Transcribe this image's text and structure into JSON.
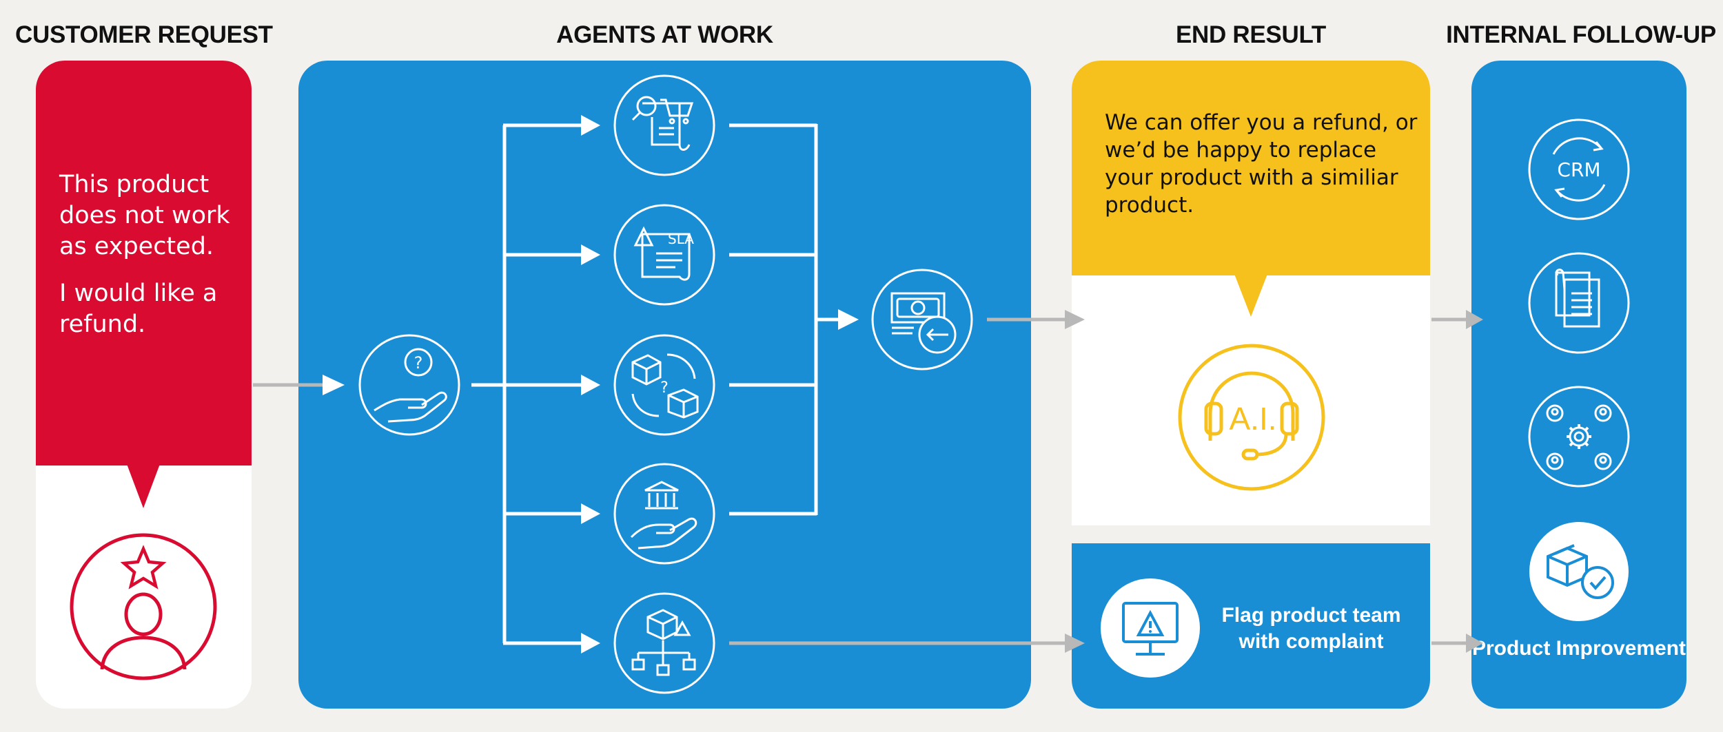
{
  "headers": {
    "customer_request": "CUSTOMER REQUEST",
    "agents_at_work": "AGENTS AT WORK",
    "end_result": "END RESULT",
    "internal_follow_up": "INTERNAL FOLLOW-UP"
  },
  "customer": {
    "line1": "This product does not work as expected.",
    "line2": "I would like a refund."
  },
  "end_result": {
    "response": "We can offer you a refund, or we’d be happy to replace your product with a similiar product.",
    "ai_label": "A.I.",
    "flag_label": "Flag product team with complaint"
  },
  "internal": {
    "crm_label": "CRM",
    "improvement_label": "Product Improvement"
  },
  "icons": {
    "agent_icons": [
      "shopping-cart-receipt-icon",
      "sla-document-icon",
      "product-exchange-icon",
      "bank-hand-icon",
      "product-issue-network-icon"
    ],
    "refund_icon": "money-refund-icon",
    "request_icon": "hand-question-icon",
    "customer_icon": "customer-star-icon"
  },
  "colors": {
    "red": "#d90b31",
    "blue": "#1a8ed5",
    "yellow": "#f6c11d",
    "grey_arrow": "#b8b8b8"
  }
}
